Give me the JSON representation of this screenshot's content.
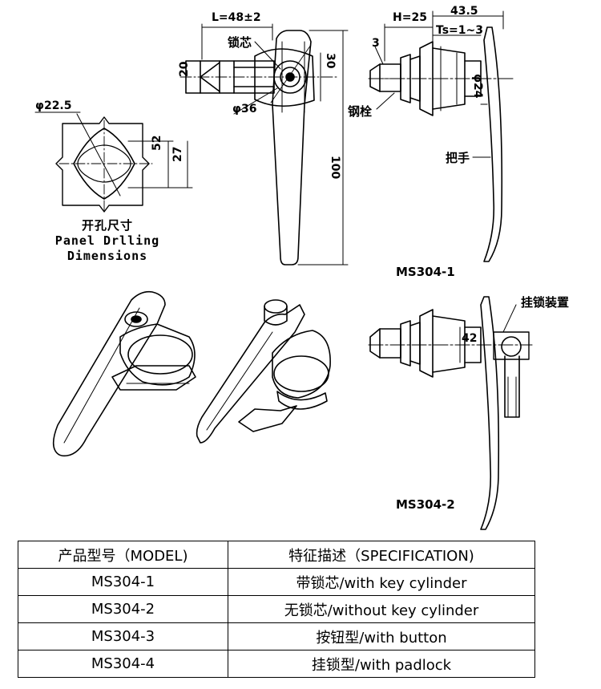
{
  "drawing": {
    "dims": {
      "length": "L=48±2",
      "height_h": "H=25",
      "width_435": "43.5",
      "ts": "Ts=1~3",
      "three": "3",
      "twenty": "20",
      "thirty": "30",
      "hundred": "100",
      "dia36": "φ36",
      "dia24": "φ24",
      "dia225": "φ22.5",
      "fiftytwo": "52",
      "twentyseven": "27",
      "small42": "42"
    },
    "labels": {
      "lock_core": "锁芯",
      "steel_bolt": "钢栓",
      "handle": "把手",
      "padlock_device": "挂锁装置"
    },
    "panel_caption": [
      "开孔尺寸",
      "Panel Drlling",
      "Dimensions"
    ],
    "models": {
      "top": "MS304-1",
      "bottom": "MS304-2"
    }
  },
  "table": {
    "headers": [
      "产品型号（MODEL)",
      "特征描述（SPECIFICATION)"
    ],
    "rows": [
      [
        "MS304-1",
        "带锁芯/with key cylinder"
      ],
      [
        "MS304-2",
        "无锁芯/without key cylinder"
      ],
      [
        "MS304-3",
        "按钮型/with button"
      ],
      [
        "MS304-4",
        "挂锁型/with padlock"
      ]
    ]
  }
}
